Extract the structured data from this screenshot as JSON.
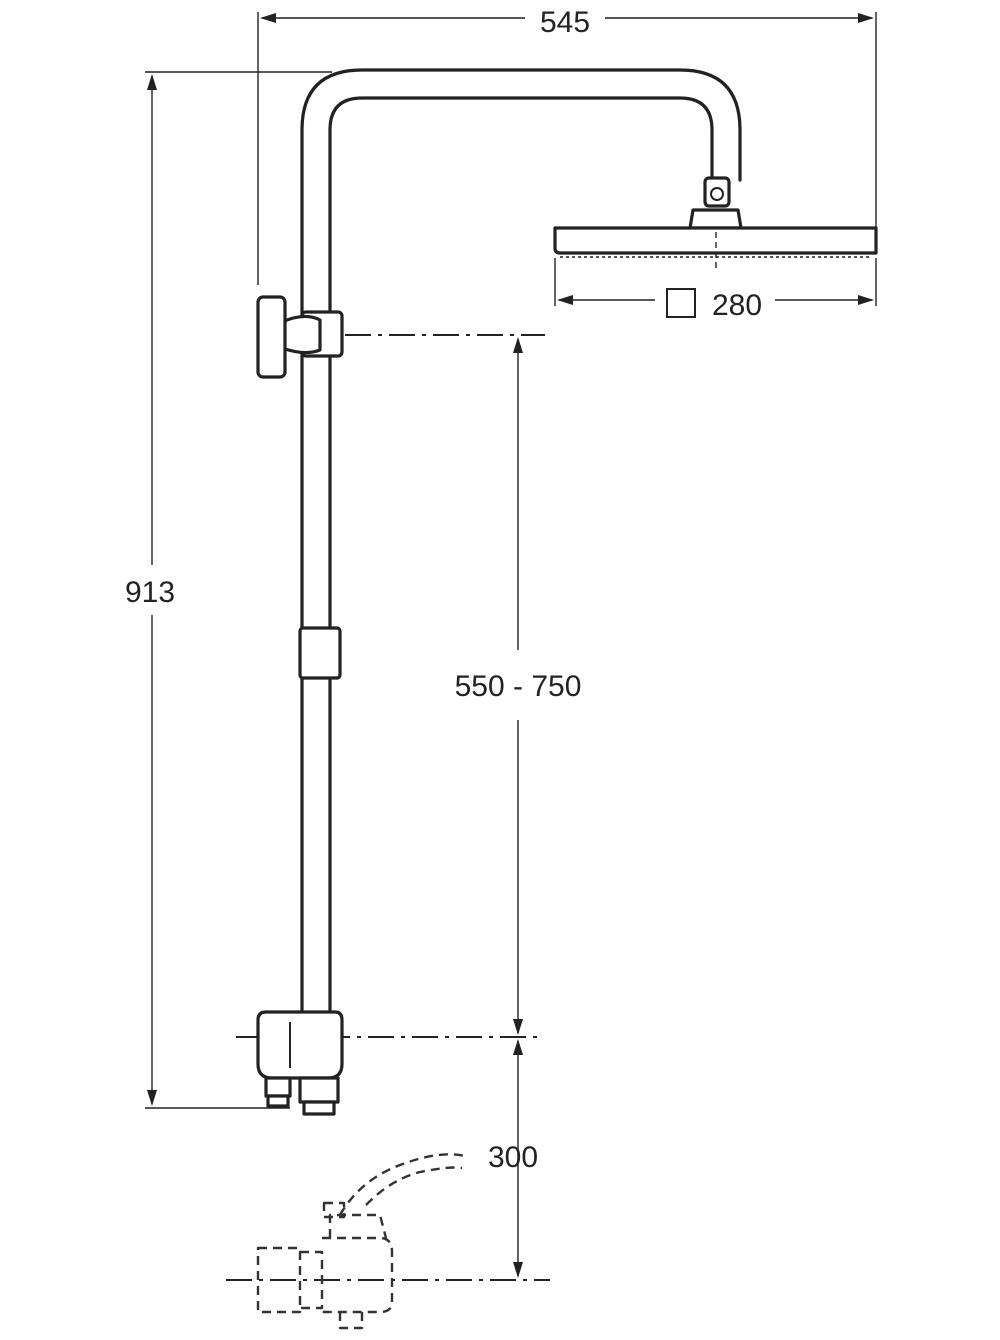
{
  "dimensions": {
    "overall_width": "545",
    "overall_height": "913",
    "head_size": "280",
    "adjustable_height": "550 - 750",
    "mixer_distance": "300"
  },
  "colors": {
    "line": "#222222",
    "background": "#ffffff"
  }
}
